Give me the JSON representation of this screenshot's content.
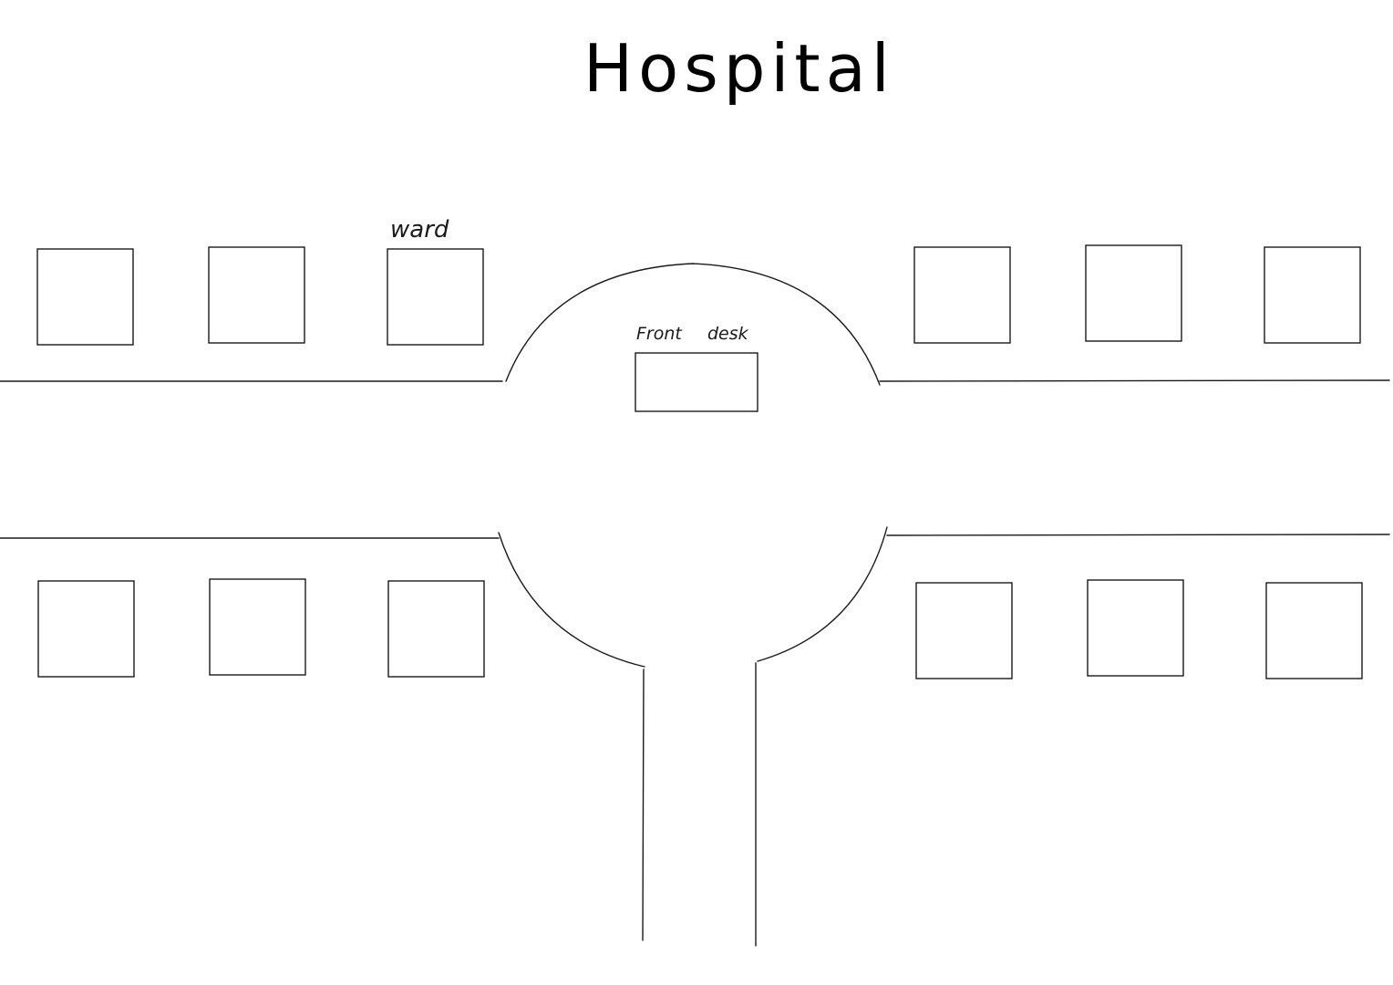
{
  "diagram": {
    "title": "Hospital",
    "labels": {
      "ward": "ward",
      "front": "Front",
      "desk": "desk"
    },
    "rooms": [
      "ward-top-1",
      "ward-top-2",
      "ward-top-3",
      "ward-top-4",
      "ward-top-5",
      "ward-top-6",
      "ward-bottom-1",
      "ward-bottom-2",
      "ward-bottom-3",
      "ward-bottom-4",
      "ward-bottom-5",
      "ward-bottom-6"
    ],
    "colors": {
      "stroke": "#1a1a1a",
      "background": "#ffffff"
    }
  }
}
